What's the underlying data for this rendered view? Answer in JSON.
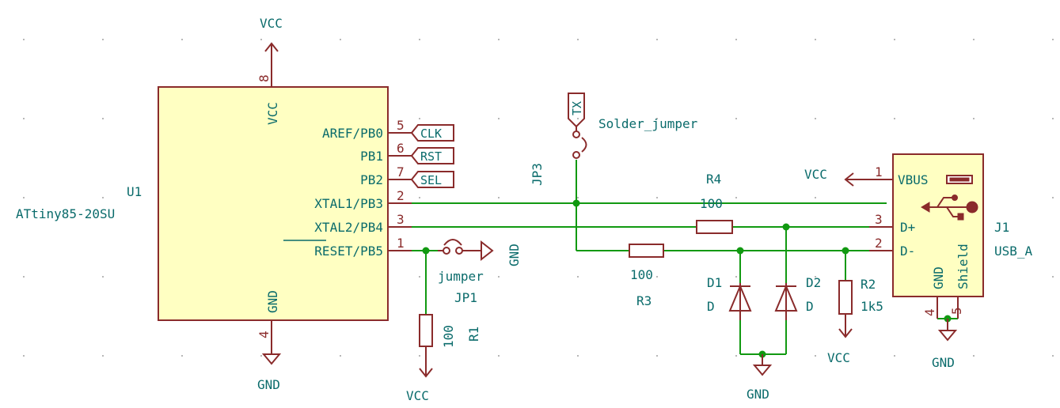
{
  "u1": {
    "ref": "U1",
    "value": "ATtiny85-20SU",
    "vcc_pin_name": "VCC",
    "gnd_pin_name": "GND",
    "vcc_pin_num": "8",
    "gnd_pin_num": "4",
    "pins": [
      {
        "name": "AREF/PB0",
        "num": "5"
      },
      {
        "name": "PB1",
        "num": "6"
      },
      {
        "name": "PB2",
        "num": "7"
      },
      {
        "name": "XTAL1/PB3",
        "num": "2"
      },
      {
        "name": "XTAL2/PB4",
        "num": "3"
      },
      {
        "name": "RESET/PB5",
        "num": "1"
      }
    ]
  },
  "global_labels": [
    "CLK",
    "RST",
    "SEL",
    "TX"
  ],
  "power": {
    "vcc": "VCC",
    "gnd": "GND"
  },
  "jp1": {
    "ref": "JP1",
    "value": "jumper"
  },
  "jp3": {
    "ref": "JP3",
    "value": "Solder_jumper"
  },
  "r1": {
    "ref": "R1",
    "value": "100"
  },
  "r2": {
    "ref": "R2",
    "value": "1k5"
  },
  "r3": {
    "ref": "R3",
    "value": "100"
  },
  "r4": {
    "ref": "R4",
    "value": "100"
  },
  "d1": {
    "ref": "D1",
    "value": "D"
  },
  "d2": {
    "ref": "D2",
    "value": "D"
  },
  "j1": {
    "ref": "J1",
    "value": "USB_A",
    "pins": [
      {
        "name": "VBUS",
        "num": "1"
      },
      {
        "name": "D+",
        "num": "3"
      },
      {
        "name": "D-",
        "num": "2"
      },
      {
        "name": "GND",
        "num": "4"
      },
      {
        "name": "Shield",
        "num": "5"
      }
    ]
  }
}
